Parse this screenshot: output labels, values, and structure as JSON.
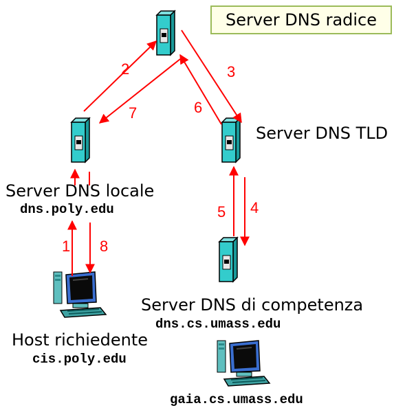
{
  "root_server": {
    "label": "Server DNS radice"
  },
  "tld_server": {
    "label": "Server DNS TLD"
  },
  "local_server": {
    "label": "Server DNS locale",
    "host": "dns.poly.edu"
  },
  "auth_server": {
    "label": "Server DNS di competenza",
    "host": "dns.cs.umass.edu"
  },
  "requesting_host": {
    "label": "Host richiedente",
    "host": "cis.poly.edu"
  },
  "target_host": {
    "host": "gaia.cs.umass.edu"
  },
  "steps": [
    "1",
    "2",
    "3",
    "4",
    "5",
    "6",
    "7",
    "8"
  ],
  "colors": {
    "arrow": "#ff0000",
    "server_body": "#33cccc",
    "box_border": "#9bbb59",
    "box_fill": "#ffffe8"
  }
}
